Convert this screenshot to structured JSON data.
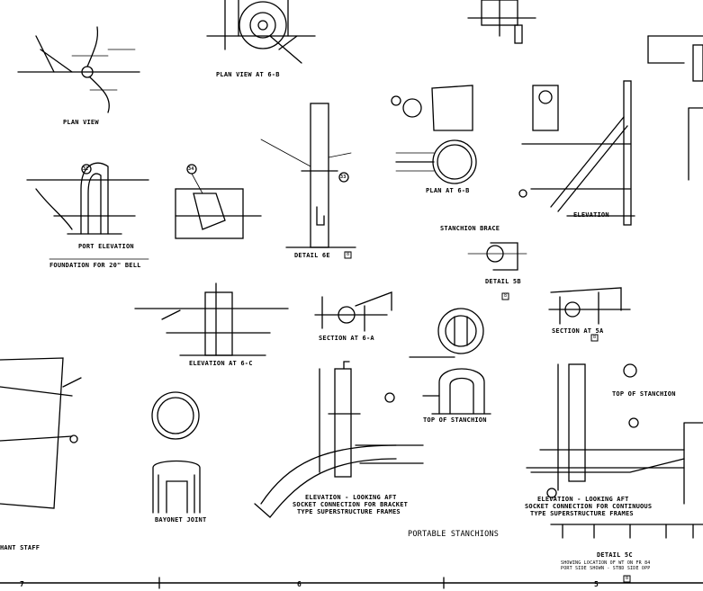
{
  "labels": {
    "plan_view": "PLAN VIEW",
    "plan_view_at_6b_top": "PLAN VIEW AT 6-B",
    "port_elevation": "PORT ELEVATION",
    "foundation_for_20": "FOUNDATION FOR 20\" BELL",
    "detail_6e": "DETAIL 6E",
    "plan_at_6b": "PLAN AT 6-B",
    "elevation_right": "ELEVATION",
    "stanchion_brace": "STANCHION BRACE",
    "detail_5b": "DETAIL 5B",
    "section_at_6a": "SECTION AT 6-A",
    "section_at_5a": "SECTION AT 5A",
    "elevation_at_6c": "ELEVATION AT 6-C",
    "top_of_stanchion_center": "TOP OF STANCHION",
    "top_of_stanchion_right": "TOP OF STANCHION",
    "elevation_bracket_1": "ELEVATION - LOOKING AFT",
    "elevation_bracket_2": "SOCKET CONNECTION FOR BRACKET",
    "elevation_bracket_3": "TYPE SUPERSTRUCTURE FRAMES",
    "elevation_continuous_1": "ELEVATION - LOOKING AFT",
    "elevation_continuous_2": "SOCKET CONNECTION FOR CONTINUOUS",
    "elevation_continuous_3": "TYPE SUPERSTRUCTURE FRAMES",
    "portable_stanchions": "PORTABLE STANCHIONS",
    "bayonet_joint": "BAYONET JOINT",
    "detail_5c": "DETAIL 5C",
    "detail_5c_note_1": "SHOWING LOCATION OF WT ON FR 84",
    "detail_5c_note_2": "PORT SIDE SHOWN - STBD SIDE OPP",
    "hant_staff": "HANT STAFF"
  },
  "callouts": [
    "32",
    "34",
    "33"
  ],
  "zone_numbers": [
    "7",
    "6",
    "5"
  ],
  "border_boxes": [
    "8",
    "8",
    "8",
    "8"
  ]
}
